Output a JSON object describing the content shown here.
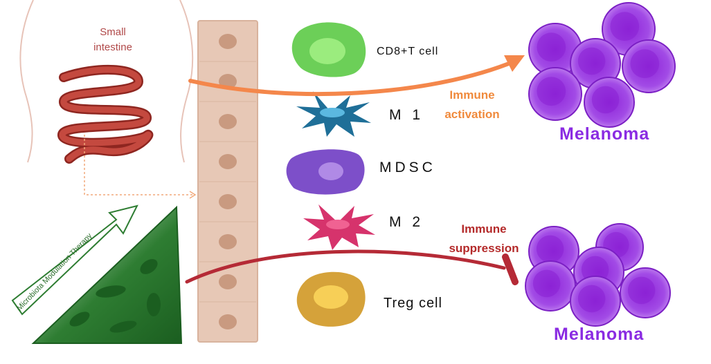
{
  "organ": {
    "line1": "Small",
    "line2": "intestine"
  },
  "therapy": {
    "label": "Microbiota Modulation Therapy"
  },
  "cells": {
    "cd8": "CD8+T  cell",
    "m1": "M 1",
    "mdsc": "MDSC",
    "m2": "M 2",
    "treg": "Treg  cell"
  },
  "pathways": {
    "activation": {
      "line1": "Immune",
      "line2": "activation"
    },
    "suppression": {
      "line1": "Immune",
      "line2": "suppression"
    }
  },
  "tumors": {
    "top": "Melanoma",
    "bottom": "Melanoma"
  },
  "colors": {
    "activation_arrow": "#f4874b",
    "suppression_arrow": "#b52a36",
    "melanoma": "#9b3fe0",
    "epithelium": "#e7c8b6",
    "intestine": "#b23a30",
    "therapy_green": "#2e7d32"
  }
}
